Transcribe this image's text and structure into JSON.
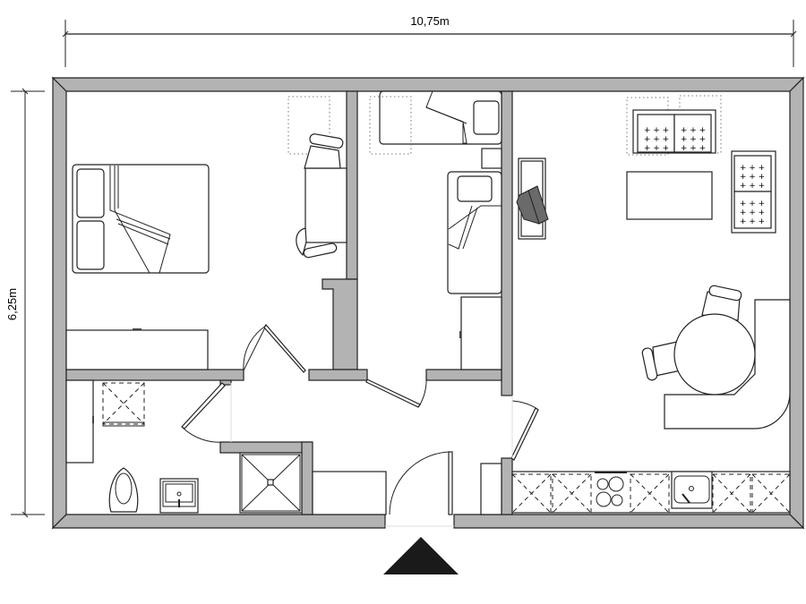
{
  "plan": {
    "type": "apartment floor plan",
    "dimensions": {
      "width_label": "10,75m",
      "height_label": "6,25m"
    },
    "rooms": [
      {
        "id": "bedroom",
        "furniture": [
          "double-bed",
          "desk",
          "desk-chair",
          "chair",
          "wardrobe"
        ]
      },
      {
        "id": "children-room",
        "furniture": [
          "single-bed",
          "single-bed",
          "nightstand",
          "nightstand",
          "wardrobe"
        ]
      },
      {
        "id": "living-kitchen",
        "furniture": [
          "sofa",
          "armchair",
          "coffee-table",
          "tv-stand",
          "tv",
          "round-dining-table",
          "dining-chair",
          "dining-chair",
          "kitchen-counter",
          "stove",
          "kitchen-sink",
          "corner-bench"
        ]
      },
      {
        "id": "bathroom",
        "furniture": [
          "washing-machine",
          "toilet",
          "washbasin",
          "shower",
          "cabinet"
        ]
      },
      {
        "id": "hallway",
        "furniture": [
          "shoe-cabinet",
          "cabinet"
        ]
      }
    ],
    "entrance_marker": "entrance-arrow",
    "colors": {
      "wall_fill": "#b3b3b3",
      "line": "#222222",
      "background": "#ffffff",
      "tv": "#6a6a6a",
      "entrance": "#1a1a1a"
    }
  }
}
